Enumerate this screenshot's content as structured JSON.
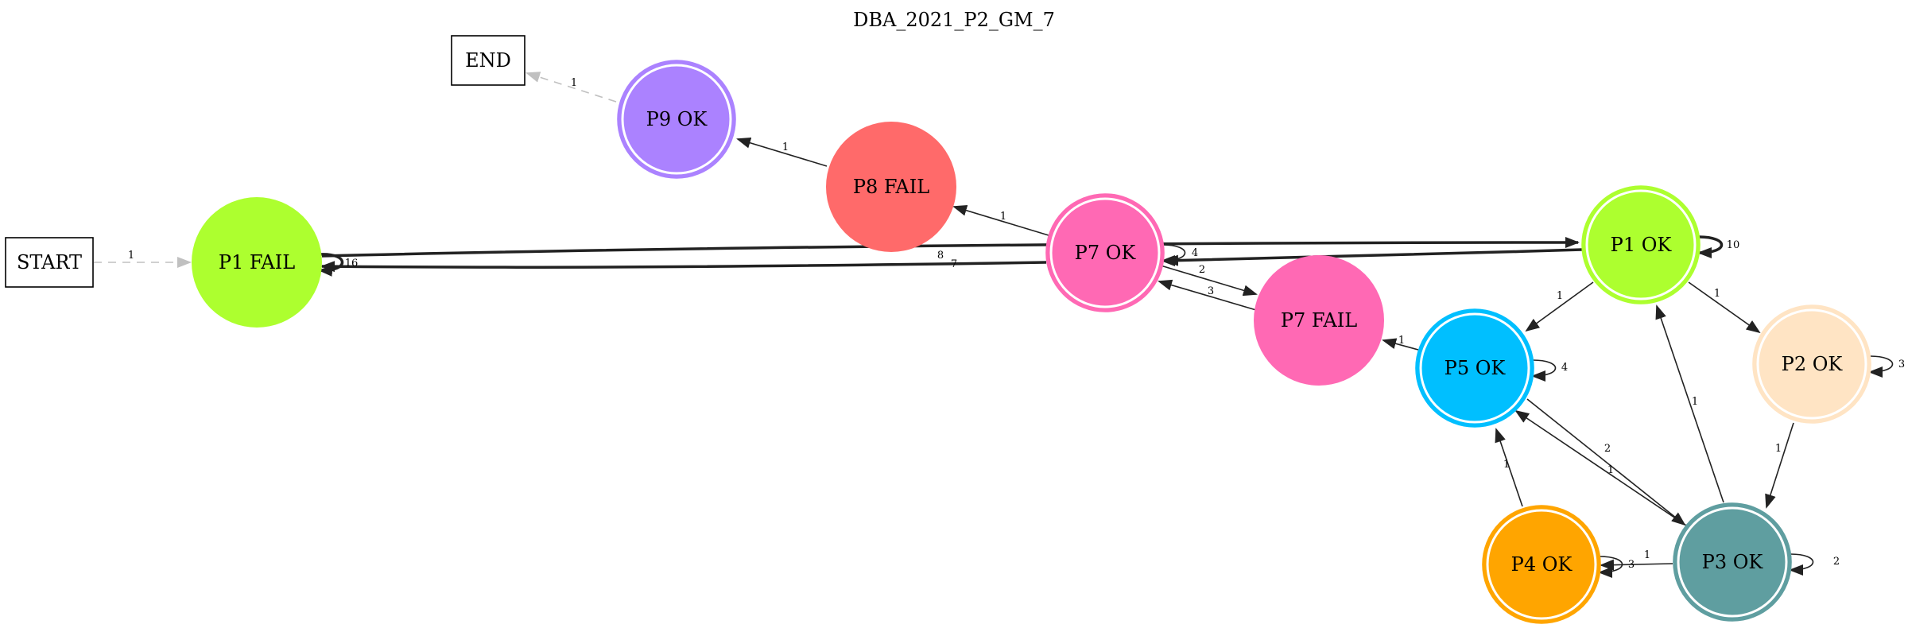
{
  "title": "DBA_2021_P2_GM_7",
  "nodes": [
    {
      "id": "START",
      "label": "START",
      "shape": "box",
      "fill": "#ffffff",
      "stroke": "#000000"
    },
    {
      "id": "END",
      "label": "END",
      "shape": "box",
      "fill": "#ffffff",
      "stroke": "#000000"
    },
    {
      "id": "P1FAIL",
      "label": "P1 FAIL",
      "shape": "circle",
      "fill": "#adff2f",
      "stroke": "#adff2f"
    },
    {
      "id": "P9OK",
      "label": "P9 OK",
      "shape": "doublecircle",
      "fill": "#ab82ff",
      "stroke": "#ab82ff"
    },
    {
      "id": "P8FAIL",
      "label": "P8 FAIL",
      "shape": "circle",
      "fill": "#ff6a6a",
      "stroke": "#ff6a6a"
    },
    {
      "id": "P7OK",
      "label": "P7 OK",
      "shape": "doublecircle",
      "fill": "#ff69b4",
      "stroke": "#ff69b4"
    },
    {
      "id": "P7FAIL",
      "label": "P7 FAIL",
      "shape": "circle",
      "fill": "#ff69b4",
      "stroke": "#ff69b4"
    },
    {
      "id": "P1OK",
      "label": "P1 OK",
      "shape": "doublecircle",
      "fill": "#adff2f",
      "stroke": "#adff2f"
    },
    {
      "id": "P5OK",
      "label": "P5 OK",
      "shape": "doublecircle",
      "fill": "#00bfff",
      "stroke": "#00bfff"
    },
    {
      "id": "P2OK",
      "label": "P2 OK",
      "shape": "doublecircle",
      "fill": "#ffe4c4",
      "stroke": "#ffe4c4"
    },
    {
      "id": "P4OK",
      "label": "P4 OK",
      "shape": "doublecircle",
      "fill": "#ffa500",
      "stroke": "#ffa500"
    },
    {
      "id": "P3OK",
      "label": "P3 OK",
      "shape": "doublecircle",
      "fill": "#5f9ea0",
      "stroke": "#5f9ea0"
    }
  ],
  "edges": [
    {
      "from": "START",
      "to": "P1FAIL",
      "label": "1",
      "style": "dashed",
      "color": "#c0c0c0"
    },
    {
      "from": "P9OK",
      "to": "END",
      "label": "1",
      "style": "dashed",
      "color": "#c0c0c0"
    },
    {
      "from": "P8FAIL",
      "to": "P9OK",
      "label": "1",
      "style": "solid",
      "color": "#222222"
    },
    {
      "from": "P7OK",
      "to": "P8FAIL",
      "label": "1",
      "style": "solid",
      "color": "#222222"
    },
    {
      "from": "P1FAIL",
      "to": "P1FAIL",
      "label": "16",
      "style": "solid",
      "color": "#222222"
    },
    {
      "from": "P1FAIL",
      "to": "P1OK",
      "label": "8",
      "style": "solid",
      "color": "#222222"
    },
    {
      "from": "P7OK",
      "to": "P1FAIL",
      "label": "7",
      "style": "solid",
      "color": "#222222"
    },
    {
      "from": "P7OK",
      "to": "P7OK",
      "label": "4",
      "style": "solid",
      "color": "#222222"
    },
    {
      "from": "P1OK",
      "to": "P7OK",
      "label": "",
      "style": "solid",
      "color": "#222222"
    },
    {
      "from": "P7OK",
      "to": "P7FAIL",
      "label": "2",
      "style": "solid",
      "color": "#222222"
    },
    {
      "from": "P7FAIL",
      "to": "P7OK",
      "label": "3",
      "style": "solid",
      "color": "#222222"
    },
    {
      "from": "P1OK",
      "to": "P1OK",
      "label": "10",
      "style": "solid",
      "color": "#222222"
    },
    {
      "from": "P1OK",
      "to": "P5OK",
      "label": "1",
      "style": "solid",
      "color": "#222222"
    },
    {
      "from": "P1OK",
      "to": "P2OK",
      "label": "1",
      "style": "solid",
      "color": "#222222"
    },
    {
      "from": "P5OK",
      "to": "P7FAIL",
      "label": "1",
      "style": "solid",
      "color": "#222222"
    },
    {
      "from": "P5OK",
      "to": "P5OK",
      "label": "4",
      "style": "solid",
      "color": "#222222"
    },
    {
      "from": "P5OK",
      "to": "P3OK",
      "label": "2",
      "style": "solid",
      "color": "#222222"
    },
    {
      "from": "P3OK",
      "to": "P5OK",
      "label": "1",
      "style": "solid",
      "color": "#222222"
    },
    {
      "from": "P2OK",
      "to": "P2OK",
      "label": "3",
      "style": "solid",
      "color": "#222222"
    },
    {
      "from": "P2OK",
      "to": "P3OK",
      "label": "1",
      "style": "solid",
      "color": "#222222"
    },
    {
      "from": "P3OK",
      "to": "P1OK",
      "label": "1",
      "style": "solid",
      "color": "#222222"
    },
    {
      "from": "P3OK",
      "to": "P3OK",
      "label": "2",
      "style": "solid",
      "color": "#222222"
    },
    {
      "from": "P3OK",
      "to": "P4OK",
      "label": "1",
      "style": "solid",
      "color": "#222222"
    },
    {
      "from": "P4OK",
      "to": "P4OK",
      "label": "3",
      "style": "solid",
      "color": "#222222"
    },
    {
      "from": "P4OK",
      "to": "P5OK",
      "label": "1",
      "style": "solid",
      "color": "#222222"
    }
  ]
}
